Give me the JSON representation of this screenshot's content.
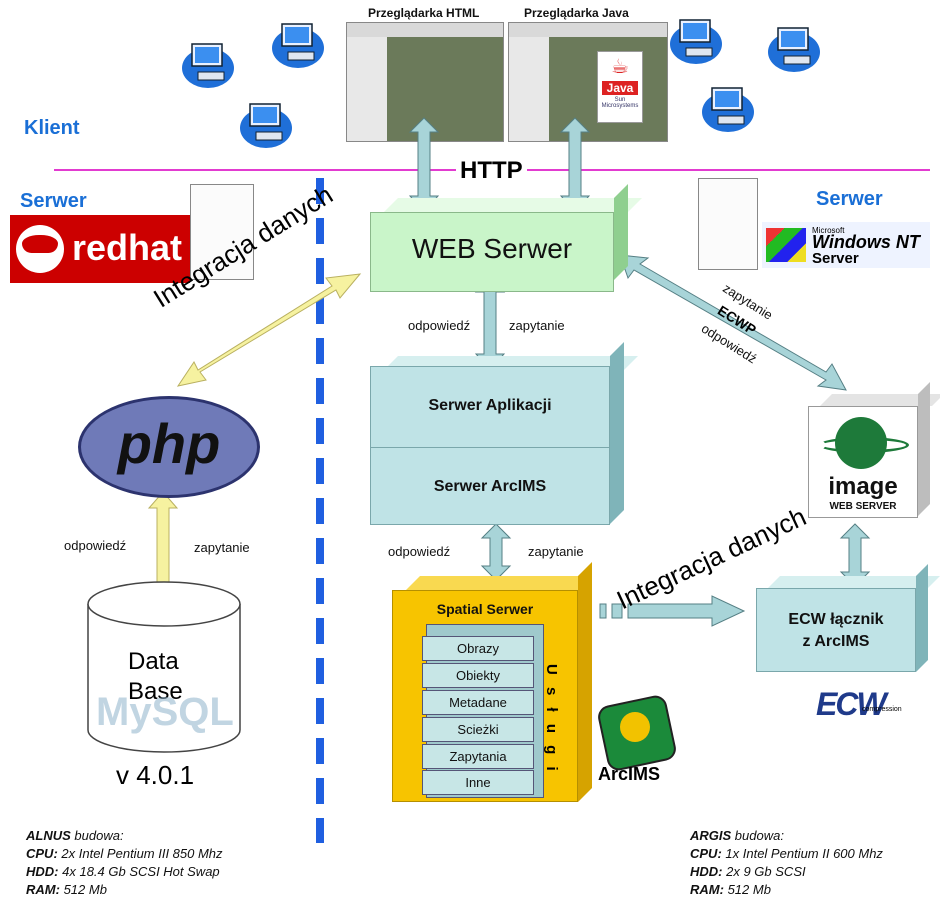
{
  "browsers": {
    "html_label": "Przeglądarka HTML",
    "java_label": "Przeglądarka Java",
    "java_logo_text": "Java",
    "java_logo_sub": "Sun Microsystems"
  },
  "zones": {
    "client": "Klient",
    "server_left": "Serwer",
    "server_right": "Serwer",
    "protocol": "HTTP"
  },
  "logos": {
    "redhat": "redhat",
    "windows_nt_ms": "Microsoft",
    "windows_nt": "Windows NT",
    "windows_nt_server": "Server",
    "php": "php",
    "image_server": "image",
    "image_server_sub": "WEB SERVER",
    "arcims": "ArcIMS",
    "ecw": "ECW",
    "ecw_sub": "compression",
    "mysql": "MySQL"
  },
  "web_server": {
    "title": "WEB Serwer"
  },
  "app_stack": {
    "app": "Serwer Aplikacji",
    "arcims": "Serwer ArcIMS"
  },
  "spatial": {
    "title": "Spatial Serwer",
    "services_label": "U s ł u g i",
    "services": [
      "Obrazy",
      "Obiekty",
      "Metadane",
      "Scieżki",
      "Zapytania",
      "Inne"
    ]
  },
  "ecw_box": {
    "line1": "ECW łącznik",
    "line2": "z ArcIMS"
  },
  "database": {
    "line1": "Data",
    "line2": "Base",
    "version": "v 4.0.1"
  },
  "labels": {
    "response": "odpowiedź",
    "request": "zapytanie",
    "ecwp": "ECWP",
    "integration": "Integracja danych"
  },
  "specs": {
    "alnus": {
      "name": "ALNUS",
      "build": "budowa:",
      "cpu_k": "CPU:",
      "cpu": "2x Intel Pentium III 850 Mhz",
      "hdd_k": "HDD:",
      "hdd": "4x 18.4 Gb SCSI Hot Swap",
      "ram_k": "RAM:",
      "ram": "512 Mb"
    },
    "argis": {
      "name": "ARGIS",
      "build": "budowa:",
      "cpu_k": "CPU:",
      "cpu": "1x Intel Pentium II 600 Mhz",
      "hdd_k": "HDD:",
      "hdd": "2x 9 Gb SCSI",
      "ram_k": "RAM:",
      "ram": "512 Mb"
    }
  },
  "colors": {
    "accent_blue": "#1a6fd6",
    "magenta_line": "#e23bd0",
    "web_server_fill": "#c9f5c9",
    "box_fill": "#bfe3e6",
    "spatial_fill": "#f7c400",
    "arrow_fill": "#a8d4d8",
    "integration_arrow": "#f6f2a0"
  }
}
